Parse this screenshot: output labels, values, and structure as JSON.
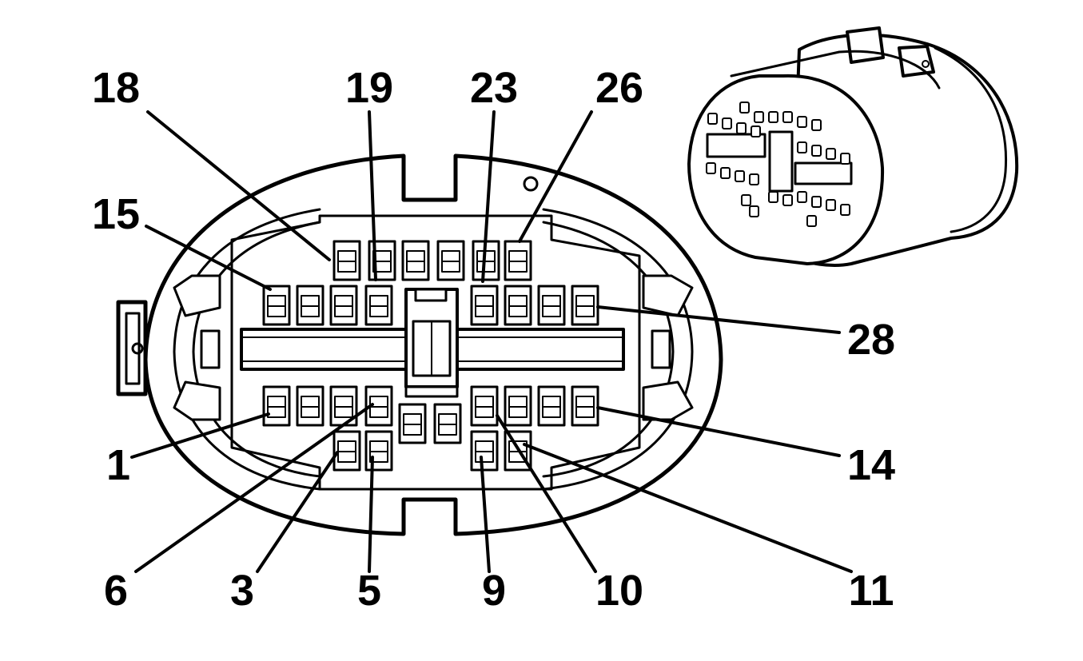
{
  "diagram": {
    "pin_callouts": [
      {
        "id": "18",
        "text": "18"
      },
      {
        "id": "19",
        "text": "19"
      },
      {
        "id": "23",
        "text": "23"
      },
      {
        "id": "26",
        "text": "26"
      },
      {
        "id": "15",
        "text": "15"
      },
      {
        "id": "28",
        "text": "28"
      },
      {
        "id": "1",
        "text": "1"
      },
      {
        "id": "14",
        "text": "14"
      },
      {
        "id": "6",
        "text": "6"
      },
      {
        "id": "3",
        "text": "3"
      },
      {
        "id": "5",
        "text": "5"
      },
      {
        "id": "9",
        "text": "9"
      },
      {
        "id": "10",
        "text": "10"
      },
      {
        "id": "11",
        "text": "11"
      }
    ]
  }
}
